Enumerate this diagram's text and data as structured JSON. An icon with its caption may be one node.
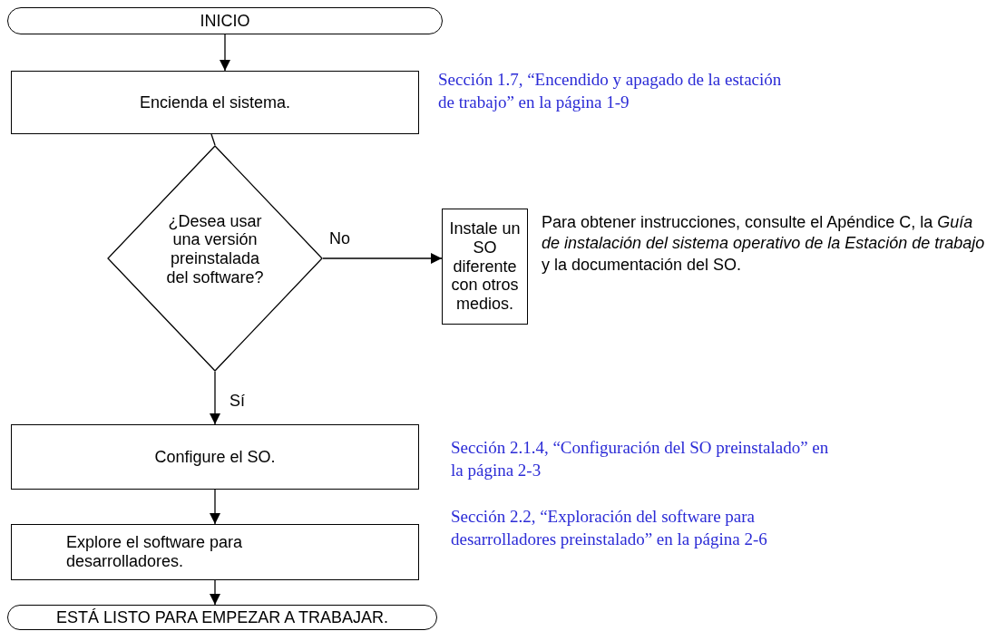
{
  "diagram": {
    "nodes": [
      {
        "text": [
          "INICIO"
        ]
      },
      {
        "text": [
          "Encienda el sistema."
        ],
        "beside": [
          "Sección 1.7, “Encendido y apagado de la estación de trabajo” en la página 1-9"
        ]
      },
      {
        "text": [
          "¿Desea usar una versión preinstalada del software?"
        ]
      },
      {
        "text": [
          "Instale un SO diferente con otros medios."
        ],
        "beside": [
          "Para obtener instrucciones, consulte el Apéndice C, la *Guía de instalación del sistema operativo de la Estación de trabajo* y la documentación del SO."
        ]
      },
      {
        "text": [
          "Configure el SO."
        ],
        "beside": [
          "Sección 2.1.4, “Configuración del SO preinstalado” en la página 2-3"
        ]
      },
      {
        "text": [
          "Explore el software para desarrolladores."
        ],
        "beside": [
          "Sección 2.2, “Exploración del software para desarrolladores preinstalado” en la página 2-6"
        ]
      },
      {
        "text": [
          "ESTÁ LISTO PARA EMPEZAR A TRABAJAR."
        ]
      }
    ],
    "edges": [
      {
        "from": 0,
        "to": 1,
        "arrow": "to"
      },
      {
        "from": 1,
        "to": 2,
        "arrow": "none"
      },
      {
        "from": 2,
        "to": 3,
        "arrow": "to",
        "label": "No"
      },
      {
        "from": 2,
        "to": 4,
        "arrow": "to",
        "label": "Sí"
      },
      {
        "from": 4,
        "to": 5,
        "arrow": "to"
      },
      {
        "from": 5,
        "to": 6,
        "arrow": "to"
      }
    ]
  }
}
